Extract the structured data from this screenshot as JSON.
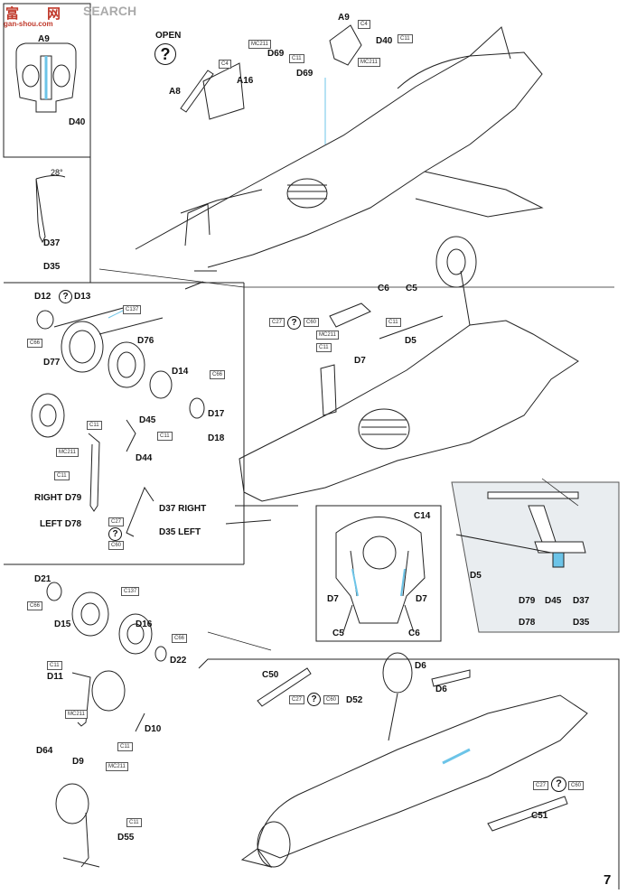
{
  "watermark": {
    "text_a": "富",
    "text_b": "网",
    "text_c": "SEARCH",
    "url": "gan-shou.com",
    "color": "#c0392b"
  },
  "page_number": "7",
  "open_label": "OPEN",
  "top_labels": {
    "a9_panel": "A9",
    "d40_panel": "D40",
    "a9_main": "A9",
    "d40_main": "D40",
    "d69_a": "D69",
    "d69_b": "D69",
    "a8": "A8",
    "a16": "A16",
    "c4_a": "C4",
    "c4_b": "C4",
    "c11_a": "C11",
    "c11_b": "C11",
    "mc211_a": "MC211",
    "mc211_b": "MC211"
  },
  "angle_panel": {
    "angle": "28°",
    "d37": "D37",
    "d35": "D35"
  },
  "main_wheel": {
    "d12": "D12",
    "d13": "D13",
    "c66_a": "C66",
    "c137": "C137",
    "d76": "D76",
    "d77": "D77",
    "d14": "D14",
    "c66_b": "C66",
    "d17": "D17",
    "d18": "D18",
    "d45": "D45",
    "c11_a": "C11",
    "c11_b": "C11",
    "c11_c": "C11",
    "mc211": "MC211",
    "d44": "D44",
    "right_d79": "RIGHT D79",
    "left_d78": "LEFT D78",
    "d37_right": "D37 RIGHT",
    "d35_left": "D35 LEFT",
    "c27": "C27",
    "c60": "C60"
  },
  "mid_labels": {
    "c6": "C6",
    "c5": "C5",
    "c27": "C27",
    "c60": "C60",
    "mc211": "MC211",
    "c11_a": "C11",
    "c11_b": "C11",
    "d7": "D7",
    "d5": "D5"
  },
  "bay_panel": {
    "c14": "C14",
    "d7_l": "D7",
    "d7_r": "D7",
    "c5": "C5",
    "c6": "C6"
  },
  "detail_panel": {
    "d5": "D5",
    "d79": "D79",
    "d45": "D45",
    "d37": "D37",
    "d78": "D78",
    "d35": "D35"
  },
  "nose_wheel": {
    "d21": "D21",
    "c66_a": "C66",
    "c137": "C137",
    "d15": "D15",
    "d16": "D16",
    "c66_b": "C66",
    "d22": "D22",
    "c11_a": "C11",
    "d11": "D11",
    "mc211_a": "MC211",
    "d10": "D10",
    "d64": "D64",
    "c11_b": "C11",
    "d9": "D9",
    "mc211_b": "MC211",
    "c11_c": "C11",
    "d55": "D55"
  },
  "bottom_labels": {
    "c50": "C50",
    "c27_a": "C27",
    "c60_a": "C60",
    "d52": "D52",
    "d6_a": "D6",
    "d6_b": "D6",
    "c27_b": "C27",
    "c60_b": "C60",
    "c51": "C51"
  },
  "colors": {
    "line": "#222222",
    "callout": "#6cc4e8",
    "detail_bg": "#e9edf0",
    "panel_border": "#555555"
  }
}
